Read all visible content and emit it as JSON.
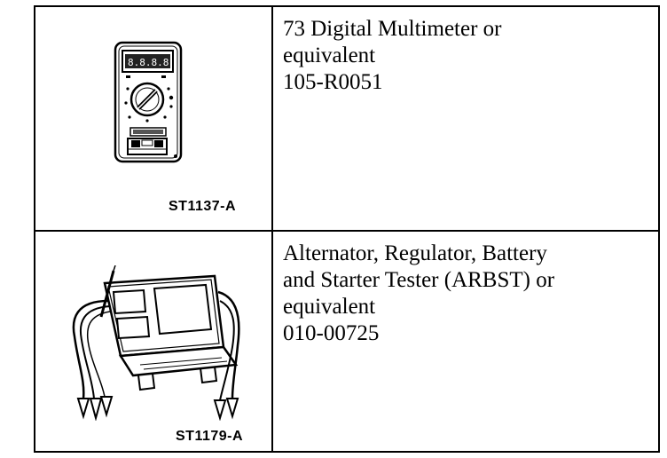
{
  "tools": [
    {
      "figure_code": "ST1137-A",
      "icon": "digital-multimeter-icon",
      "description_lines": [
        "73 Digital Multimeter or",
        "equivalent",
        "105-R0051"
      ]
    },
    {
      "figure_code": "ST1179-A",
      "icon": "battery-starter-tester-icon",
      "description_lines": [
        "Alternator, Regulator, Battery",
        "and Starter Tester (ARBST) or",
        "equivalent",
        "010-00725"
      ]
    }
  ]
}
